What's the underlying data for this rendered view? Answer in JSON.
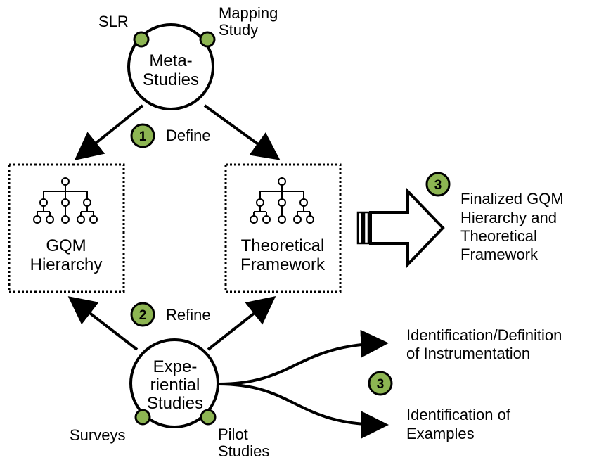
{
  "meta_node": {
    "label_line1": "Meta-",
    "label_line2": "Studies"
  },
  "meta_inputs": {
    "slr": "SLR",
    "mapping_line1": "Mapping",
    "mapping_line2": "Study"
  },
  "gqm_box": {
    "line1": "GQM",
    "line2": "Hierarchy"
  },
  "theory_box": {
    "line1": "Theoretical",
    "line2": "Framework"
  },
  "steps": {
    "define": {
      "number": "1",
      "label": "Define"
    },
    "refine": {
      "number": "2",
      "label": "Refine"
    },
    "finalize": {
      "number": "3"
    },
    "identify": {
      "number": "3"
    }
  },
  "final_output": {
    "line1": "Finalized GQM",
    "line2": "Hierarchy and",
    "line3": "Theoretical",
    "line4": "Framework"
  },
  "exp_node": {
    "line1": "Expe-",
    "line2": "riential",
    "line3": "Studies"
  },
  "exp_inputs": {
    "surveys": "Surveys",
    "pilot_line1": "Pilot",
    "pilot_line2": "Studies"
  },
  "outputs": {
    "instrumentation_line1": "Identification/Definition",
    "instrumentation_line2": "of Instrumentation",
    "examples_line1": "Identification of",
    "examples_line2": "Examples"
  },
  "colors": {
    "badge_fill": "#8db552",
    "stroke": "#000000",
    "background": "#ffffff"
  }
}
